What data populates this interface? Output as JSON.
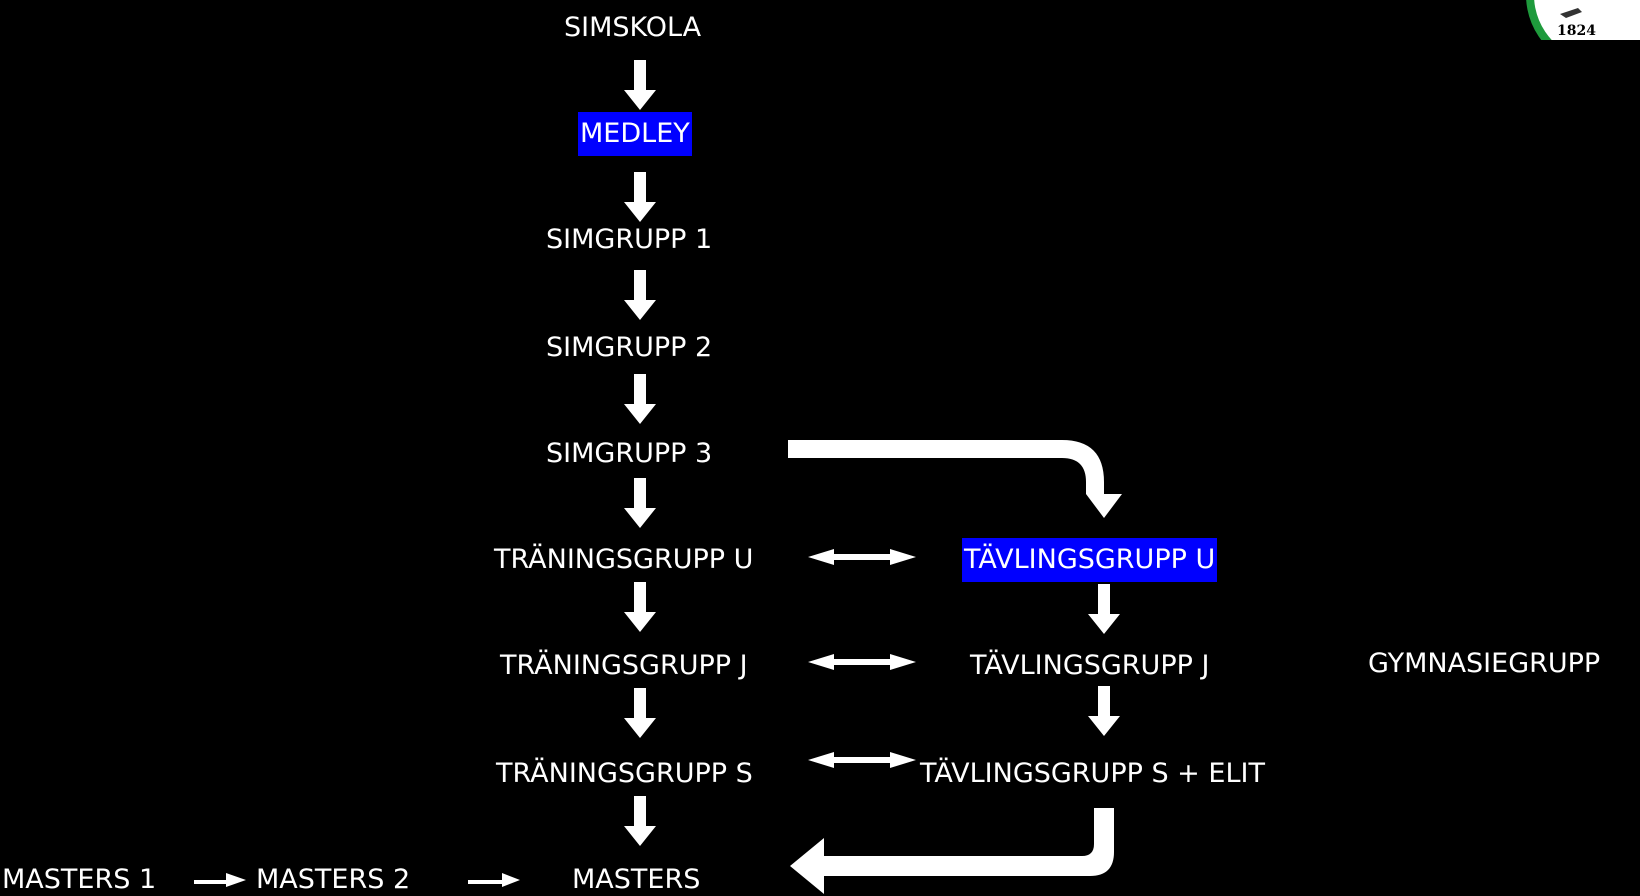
{
  "nodes": {
    "simskola": "SIMSKOLA",
    "medley": "MEDLEY",
    "simgrupp1": "SIMGRUPP 1",
    "simgrupp2": "SIMGRUPP 2",
    "simgrupp3": "SIMGRUPP 3",
    "traningsgrupp_u": "TRÄNINGSGRUPP U",
    "tavlingsgrupp_u": "TÄVLINGSGRUPP U",
    "traningsgrupp_j": "TRÄNINGSGRUPP J",
    "tavlingsgrupp_j": "TÄVLINGSGRUPP J",
    "gymnasiegrupp": "GYMNASIEGRUPP",
    "traningsgrupp_s": "TRÄNINGSGRUPP S",
    "tavlingsgrupp_s_elit": "TÄVLINGSGRUPP S + ELIT",
    "masters1": "MASTERS 1",
    "masters2": "MASTERS 2",
    "masters": "MASTERS"
  },
  "logo": {
    "year": "1824"
  },
  "colors": {
    "background": "#000000",
    "text": "#ffffff",
    "highlight": "#0000ff",
    "logo_ring": "#1e9a3c"
  }
}
